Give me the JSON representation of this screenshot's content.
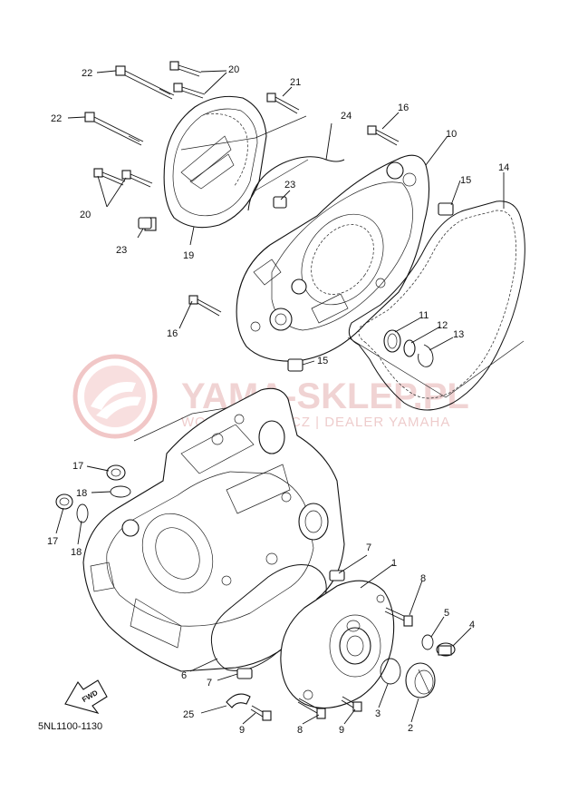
{
  "diagram": {
    "code": "5NL1100-1130",
    "fwd_text": "FWD",
    "watermark": {
      "main": "YAMA-SKLEP.PL",
      "sub": "WOJCIECHOWICZ | DEALER YAMAHA"
    },
    "callouts": [
      "22",
      "20",
      "21",
      "22",
      "24",
      "16",
      "10",
      "23",
      "15",
      "14",
      "20",
      "23",
      "19",
      "16",
      "11",
      "12",
      "13",
      "15",
      "17",
      "18",
      "17",
      "18",
      "7",
      "1",
      "8",
      "5",
      "4",
      "6",
      "7",
      "3",
      "25",
      "9",
      "8",
      "9",
      "2"
    ]
  }
}
